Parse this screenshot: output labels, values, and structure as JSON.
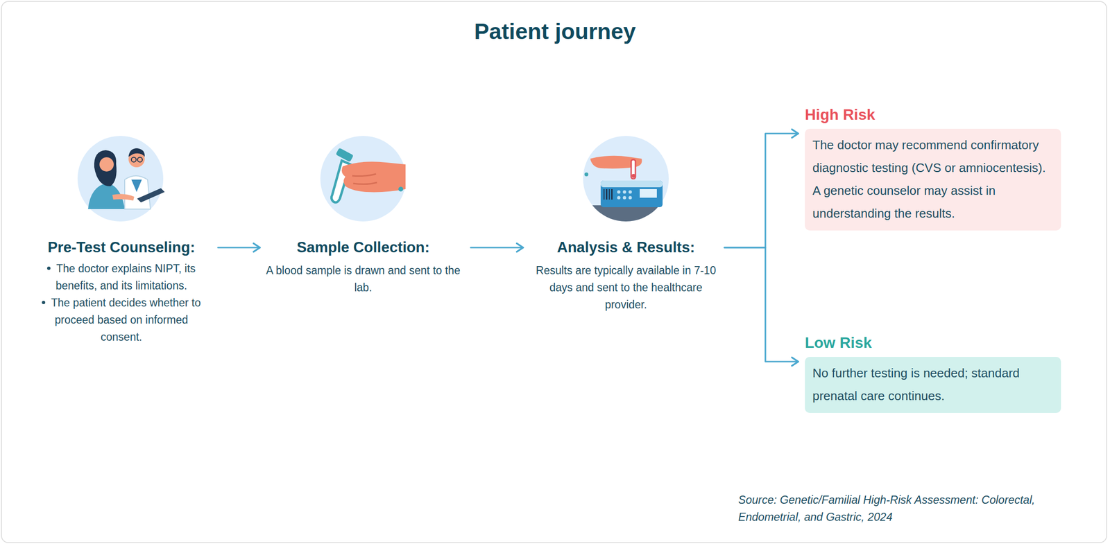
{
  "diagram": {
    "title": "Patient journey",
    "nodes": [
      {
        "text": [
          "Pre-Test Counseling:",
          "The doctor explains NIPT, its benefits, and its limitations.",
          "The patient decides whether to proceed based on informed consent."
        ]
      },
      {
        "text": [
          "Sample Collection:",
          "A blood sample is drawn and sent to the lab."
        ]
      },
      {
        "text": [
          "Analysis & Results:",
          "Results are typically available in 7-10 days and sent to the healthcare provider."
        ]
      },
      {
        "text": [
          "High Risk",
          "The doctor may recommend confirmatory diagnostic testing (CVS or amniocentesis). A genetic counselor may assist in understanding the results."
        ]
      },
      {
        "text": [
          "Low Risk",
          "No further testing is needed; standard prenatal care continues."
        ]
      }
    ],
    "edges": [
      {
        "from": 0,
        "to": 1,
        "arrow": "to"
      },
      {
        "from": 1,
        "to": 2,
        "arrow": "to"
      },
      {
        "from": 2,
        "to": 3,
        "arrow": "to"
      },
      {
        "from": 2,
        "to": 4,
        "arrow": "to"
      }
    ],
    "labels": [
      "Source: Genetic/Familial High-Risk Assessment: Colorectal, Endometrial, and Gastric, 2024"
    ]
  }
}
